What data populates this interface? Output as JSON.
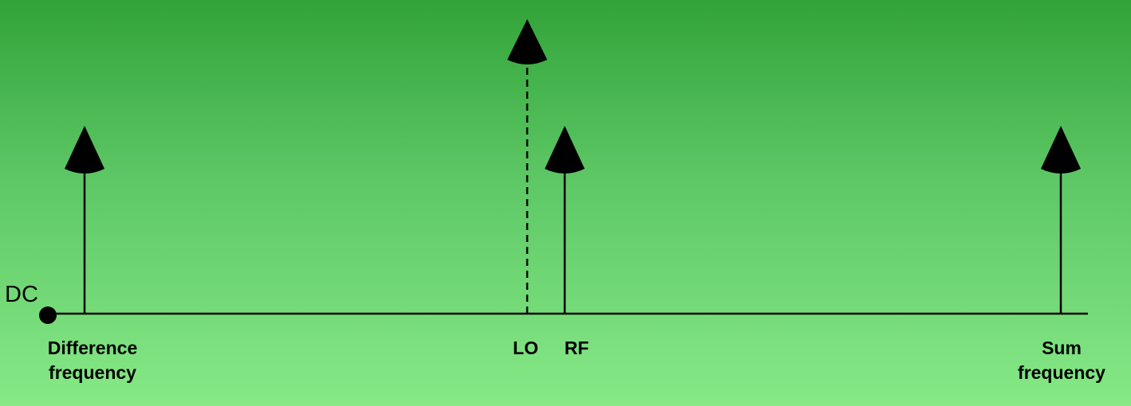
{
  "diagram": {
    "dc_label": "DC",
    "labels": {
      "difference": [
        "Difference",
        "frequency"
      ],
      "lo": "LO",
      "rf": "RF",
      "sum": [
        "Sum",
        "frequency"
      ]
    },
    "colors": {
      "background_top": "#31a338",
      "background_bottom": "#86e986",
      "ink": "#000000"
    }
  }
}
